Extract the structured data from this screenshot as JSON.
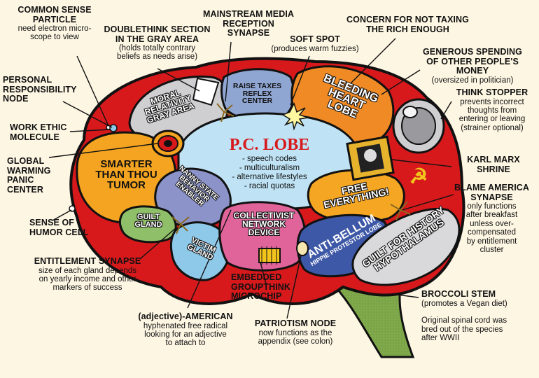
{
  "colors": {
    "background": "#fdf6e3",
    "outline": "#111111",
    "red_brain": "#d7191c",
    "pc_lobe": "#bfe3f5",
    "smarter": "#f4a420",
    "moral": "#cfcfd2",
    "raise": "#8fa6d3",
    "bleeding": "#f08a24",
    "nanny": "#8b93c9",
    "guilt_gland": "#8fbf68",
    "victim": "#8fc9ea",
    "collectivist": "#e0649a",
    "free": "#f5a623",
    "antibellum": "#3d58a6",
    "guilt_hypo": "#d9d9dc",
    "stem": "#7fa94a",
    "shrine": "#e8b32c"
  },
  "lobes": {
    "pc_title": "P.C. LOBE",
    "pc_items": [
      "- speech codes",
      "- multiculturalism",
      "- alternative lifestyles",
      "- racial quotas"
    ],
    "smarter": [
      "SMARTER",
      "THAN THOU",
      "TUMOR"
    ],
    "moral": [
      "MORAL",
      "RELATIVITY",
      "GRAY AREA"
    ],
    "raise": [
      "RAISE TAXES",
      "REFLEX",
      "CENTER"
    ],
    "bleeding": [
      "BLEEDING",
      "HEART",
      "LOBE"
    ],
    "nanny": [
      "NANNY STATE",
      "BEHAVIOR",
      "ENABLER"
    ],
    "guilt_gland": [
      "GUILT",
      "GLAND"
    ],
    "victim": [
      "VICTIM",
      "GLAND"
    ],
    "collectivist": [
      "COLLECTIVIST",
      "NETWORK",
      "DEVICE"
    ],
    "free": [
      "FREE",
      "EVERYTHING!"
    ],
    "antibellum": [
      "ANTI-BELLUM",
      "HIPPIE PROTESTOR LOBE"
    ],
    "guilt_hypo": [
      "GUILT FOR HISTORY",
      "HYPOTHALAMUS"
    ]
  },
  "labels": {
    "common_sense": {
      "head": "COMMON SENSE\nPARTICLE",
      "sub": "need electron micro-\nscope to view"
    },
    "doublethink": {
      "head": "DOUBLETHINK SECTION\nIN THE GRAY AREA",
      "sub": "(holds totally contrary\nbeliefs as needs arise)"
    },
    "mainstream": {
      "head": "MAINSTREAM MEDIA\nRECEPTION\nSYNAPSE",
      "sub": ""
    },
    "soft_spot": {
      "head": "SOFT SPOT",
      "sub": "(produces warm fuzzies)"
    },
    "concern": {
      "head": "CONCERN FOR NOT TAXING\nTHE RICH ENOUGH",
      "sub": ""
    },
    "generous": {
      "head": "GENEROUS SPENDING\nOF OTHER PEOPLE'S MONEY",
      "sub": "(oversized in politician)"
    },
    "personal": {
      "head": "PERSONAL\nRESPONSIBILITY\nNODE",
      "sub": ""
    },
    "think_stopper": {
      "head": "THINK STOPPER",
      "sub": "prevents incorrect\nthoughts from\nentering or leaving\n(strainer optional)"
    },
    "work_ethic": {
      "head": "WORK ETHIC\nMOLECULE",
      "sub": ""
    },
    "global": {
      "head": "GLOBAL\nWARMING\nPANIC\nCENTER",
      "sub": ""
    },
    "karl_marx": {
      "head": "KARL MARX\nSHRINE",
      "sub": ""
    },
    "blame": {
      "head": "BLAME AMERICA\nSYNAPSE",
      "sub": "only functions\nafter breakfast\nunless over-\ncompensated\nby entitlement\ncluster"
    },
    "humor": {
      "head": "SENSE OF\nHUMOR CELL",
      "sub": ""
    },
    "entitlement": {
      "head": "ENTITLEMENT SYNAPSE",
      "sub": "size of each gland depends\non yearly income and other\nmarkers of success"
    },
    "embedded": {
      "head": "EMBEDDED\nGROUPTHINK\nMICROCHIP",
      "sub": ""
    },
    "american": {
      "head": "(adjective)-AMERICAN",
      "sub": "hyphenated free radical\nlooking for an adjective\nto attach to"
    },
    "patriotism": {
      "head": "PATRIOTISM NODE",
      "sub": "now functions as the\nappendix (see colon)"
    },
    "broccoli": {
      "head": "BROCCOLI STEM",
      "sub": "(promotes a Vegan diet)\n\nOriginal spinal cord was\nbred out of the species\nafter WWII"
    }
  }
}
